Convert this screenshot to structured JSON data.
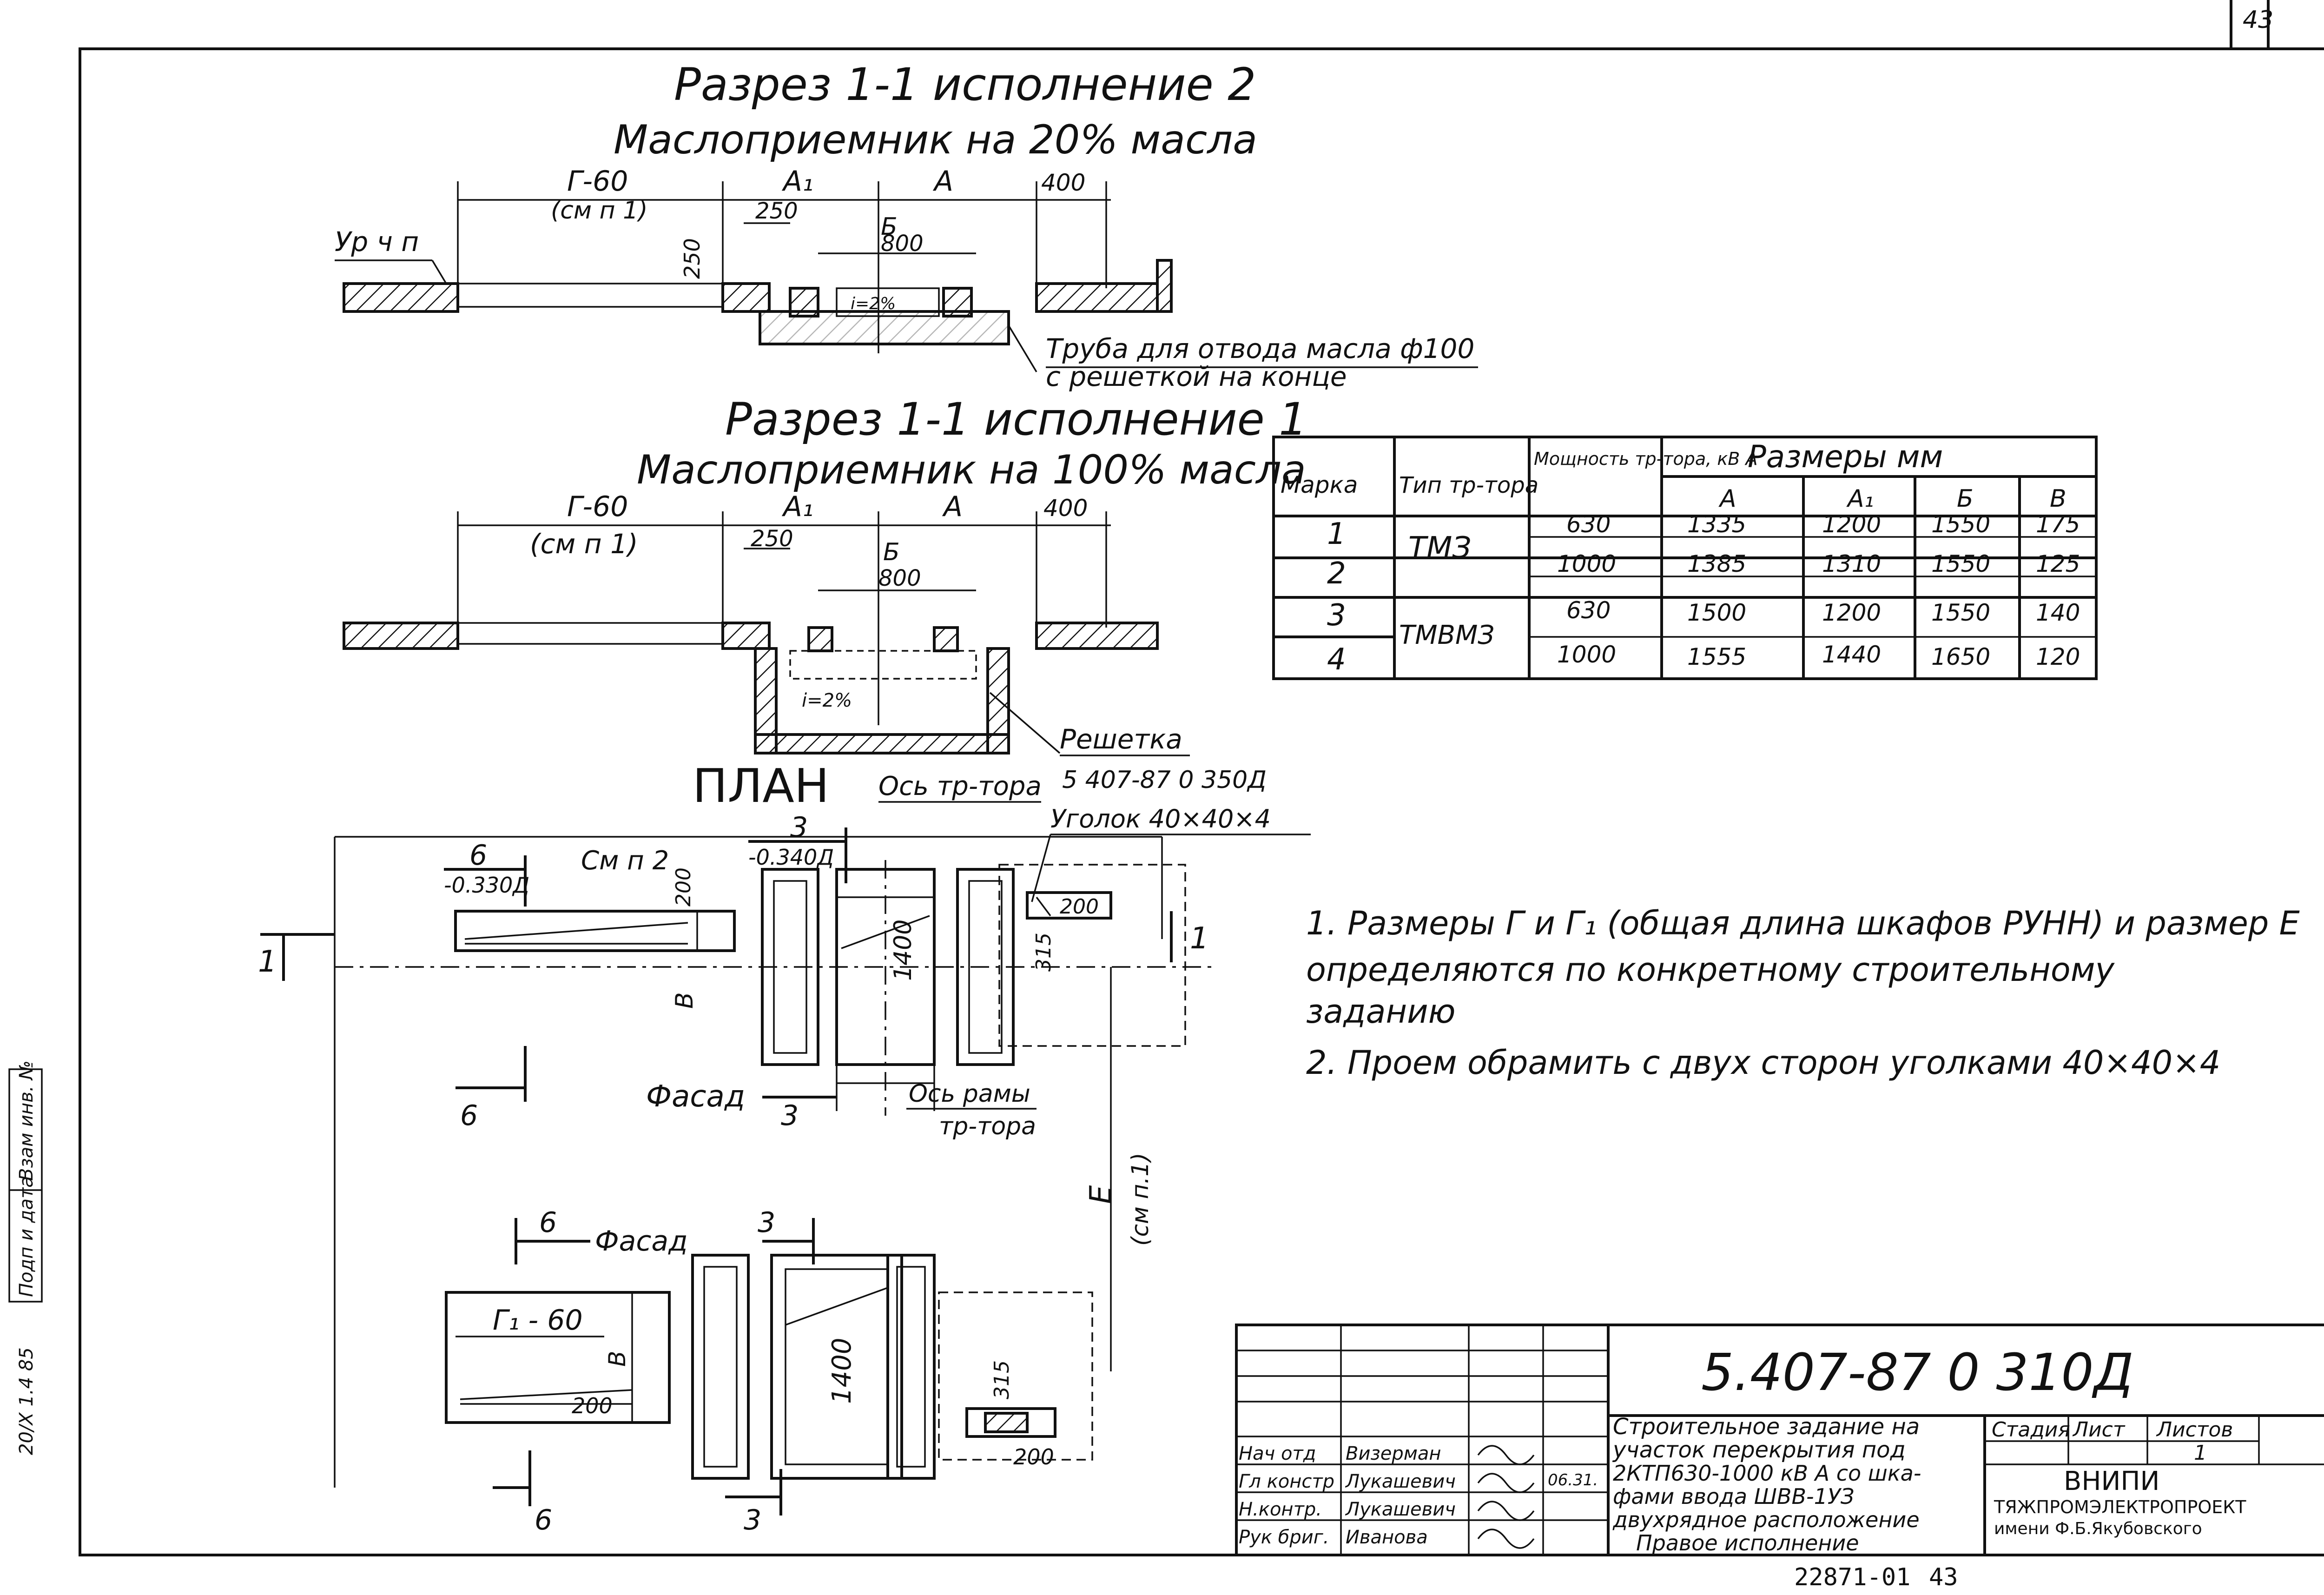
{
  "page_number": "43",
  "section2": {
    "title": "Разрез 1-1 исполнение 2",
    "subtitle": "Маслоприемник на 20% масла",
    "level_label": "Ур ч п",
    "dim_g": "Г-60",
    "dim_g_note": "(см п 1)",
    "dim_a1": "A₁",
    "dim_a": "A",
    "dim_400": "400",
    "dim_250": "250",
    "dim_b": "Б",
    "dim_800": "800",
    "dim_250_vert": "250",
    "slope": "i=2%",
    "pipe_note_1": "Труба для отвода масла ф100",
    "pipe_note_2": "с решеткой на конце"
  },
  "section1": {
    "title": "Разрез 1-1 исполнение 1",
    "subtitle": "Маслоприемник на 100% масла",
    "dim_g": "Г-60",
    "dim_g_note": "(см п 1)",
    "dim_a1": "A₁",
    "dim_a": "A",
    "dim_400": "400",
    "dim_250": "250",
    "dim_b": "Б",
    "dim_800": "800",
    "slope": "i=2%",
    "grate_label": "Решетка",
    "grate_ref": "5 407-87 0 350Д"
  },
  "plan": {
    "title": "ПЛАН",
    "axis_trafo": "Ось тр-тора",
    "angle_label": "Уголок 40×40×4",
    "cut6": "6",
    "cut6_level": "-0.330Д",
    "cm_p2": "См п 2",
    "cut3": "3",
    "cut3_level": "-0.340Д",
    "dim_200": "200",
    "dim_1400": "1400",
    "dim_315": "315",
    "dim_v": "B",
    "cut1_left": "1",
    "cut1_right": "1",
    "facade": "Фасад",
    "axis_frame_1": "Ось рамы",
    "axis_frame_2": "тр-тора",
    "dim_e": "E",
    "dim_e_note": "(см п.1)"
  },
  "lower_plan": {
    "cut6": "6",
    "facade": "Фасад",
    "cut3": "3",
    "dim_g1": "Г₁ - 60",
    "dim_v": "B",
    "dim_200": "200",
    "dim_1400": "1400",
    "dim_315": "315",
    "dim_200b": "200"
  },
  "table": {
    "headers": [
      "Марка",
      "Тип тр-тора",
      "Мощность тр-тора, кВ А",
      "Размеры мм"
    ],
    "sub_headers": [
      "A",
      "A₁",
      "Б",
      "B"
    ],
    "rows": [
      {
        "mark": "1",
        "type": "ТМЗ",
        "power": "630",
        "a": "1335",
        "a1": "1200",
        "b": "1550",
        "v": "175"
      },
      {
        "mark": "2",
        "type": "",
        "power": "1000",
        "a": "1385",
        "a1": "1310",
        "b": "1550",
        "v": "125"
      },
      {
        "mark": "3",
        "type": "ТМВМЗ",
        "power": "630",
        "a": "1500",
        "a1": "1200",
        "b": "1550",
        "v": "140"
      },
      {
        "mark": "4",
        "type": "",
        "power": "1000",
        "a": "1555",
        "a1": "1440",
        "b": "1650",
        "v": "120"
      }
    ]
  },
  "notes": [
    "1. Размеры Г и Г₁ (общая длина шкафов РУНН) и размер E",
    "определяются по конкретному строительному",
    "заданию",
    "2. Проем обрамить с двух сторон уголками 40×40×4"
  ],
  "margin_stamp": {
    "inv_label": "Взам инв. №",
    "sign_label": "Подп и дата",
    "sign_value": "20/X 1.4 85"
  },
  "title_block": {
    "doc_code": "5.407-87 0 310Д",
    "description": [
      "Строительное задание на",
      "участок перекрытия под",
      "2КТП630-1000 кВ А со шка-",
      "фами ввода ШВВ-1УЗ",
      "двухрядное расположение",
      "Правое исполнение"
    ],
    "stage_label": "Стадия",
    "sheet_label": "Лист",
    "sheets_label": "Листов",
    "sheets_value": "1",
    "org_1": "ВНИПИ",
    "org_2": "ТЯЖПРОМЭЛЕКТРОПРОЕКТ",
    "org_3": "имени Ф.Б.Якубовского",
    "date": "06.31.",
    "people": [
      {
        "role": "Нач отд",
        "name": "Визерман"
      },
      {
        "role": "Гл констр",
        "name": "Лукашевич"
      },
      {
        "role": "Н.контр.",
        "name": "Лукашевич"
      },
      {
        "role": "Рук бриг.",
        "name": "Иванова"
      }
    ]
  },
  "bottom_number": "22871-01",
  "bottom_page": "43"
}
